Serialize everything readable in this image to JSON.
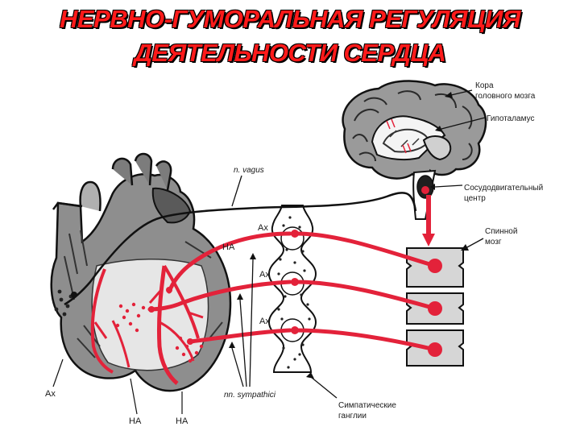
{
  "title": {
    "line1": "НЕРВНО-ГУМОРАЛЬНАЯ РЕГУЛЯЦИЯ",
    "line2": "ДЕЯТЕЛЬНОСТИ СЕРДЦА"
  },
  "labels": {
    "cortex_1": "Кора",
    "cortex_2": "головного мозга",
    "hypothalamus": "Гипоталамус",
    "vasomotor_1": "Сосудодвигательный",
    "vasomotor_2": "центр",
    "spinal_1": "Спинной",
    "spinal_2": "мозг",
    "ganglia_1": "Симпатические",
    "ganglia_2": "ганглии",
    "vagus": "n. vagus",
    "sympathici": "nn. sympathici"
  },
  "mediators": {
    "ax": "Ах",
    "ha": "НА"
  },
  "colors": {
    "accent": "#e3223a",
    "title_fill": "#ff1a1a",
    "ink": "#1a1a1a"
  }
}
